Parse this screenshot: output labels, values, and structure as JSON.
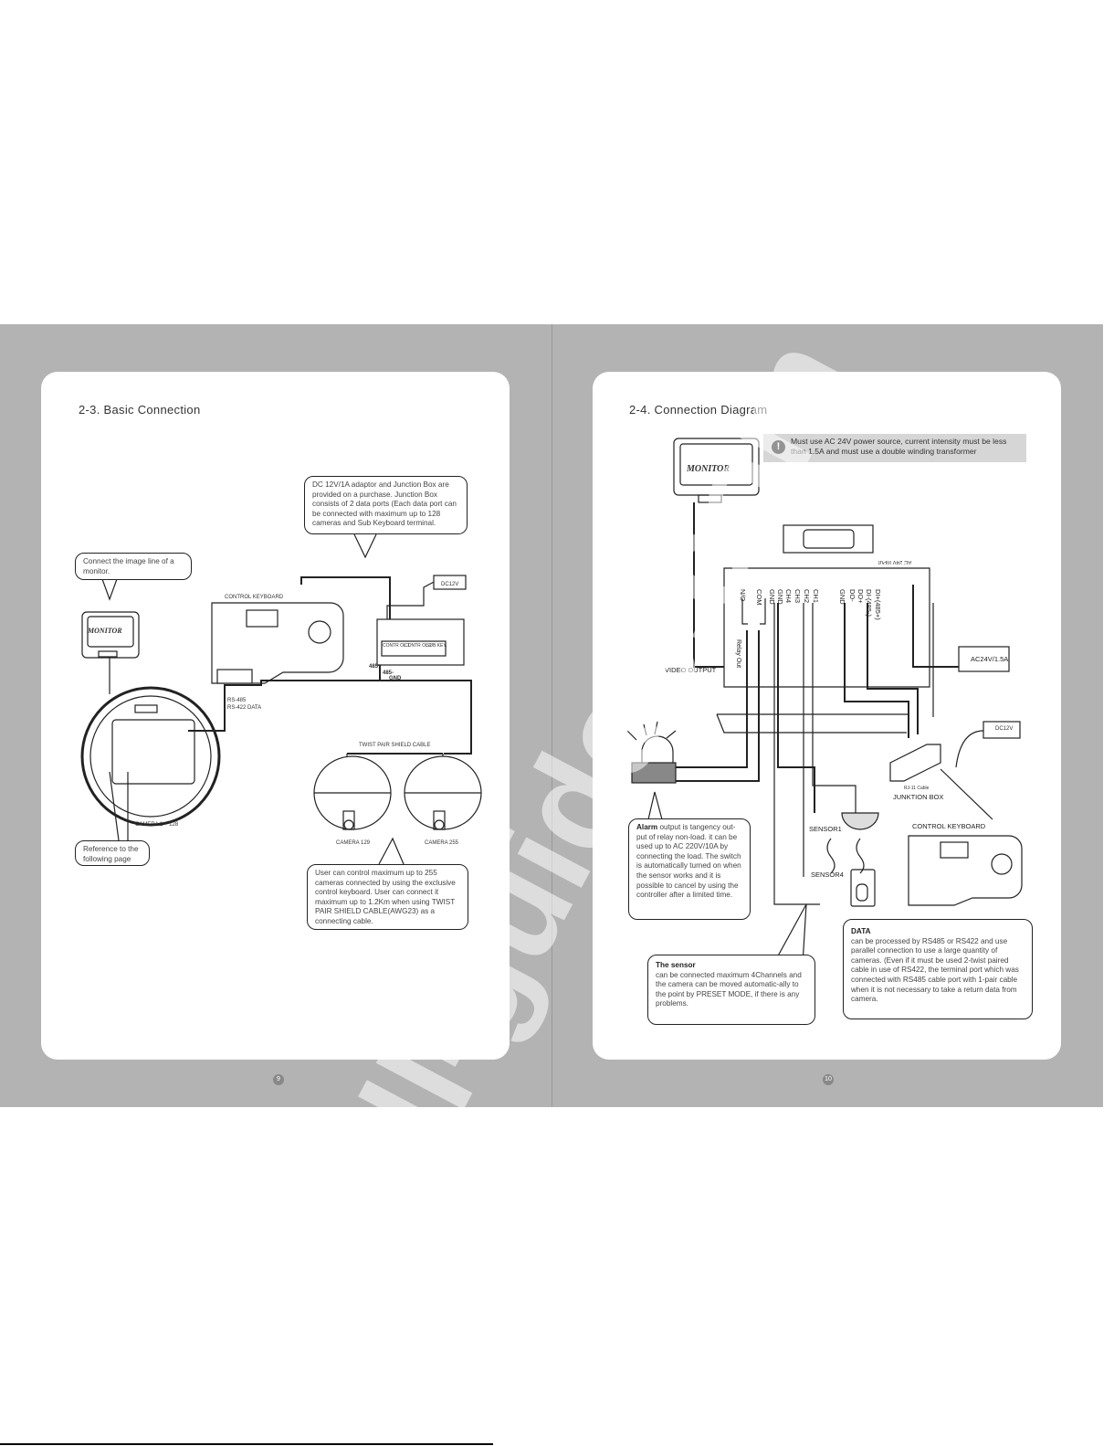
{
  "left_page": {
    "title": "2-3. Basic Connection",
    "bubble_junction": "DC 12V/1A adaptor and Junction Box are provided on a purchase. Junction Box consists of 2 data ports (Each data port can be connected with maximum up to 128 cameras and Sub Keyboard terminal.",
    "bubble_monitor": "Connect the image line of a monitor.",
    "bubble_reference": "Reference to the following page",
    "bubble_cameras": "User can control maximum up to 255 cameras connected by  using the exclusive control keyboard. User can connect it maximum up to 1.2Km when using TWIST PAIR SHIELD CABLE(AWG23) as a connecting cable.",
    "labels": {
      "control_keyboard": "CONTROL  KEYBOARD",
      "monitor": "MONITOR",
      "dc12v": "DC12V",
      "rs": "RS-485",
      "rs2": "RS-422 DATA",
      "twist": "TWIST PAIR SHIELD CABLE",
      "camera_range": "CAMERA 1 ~ 128",
      "camera129": "CAMERA  129",
      "camera255": "CAMERA  255",
      "p485plus": "485+",
      "p485minus": "485-",
      "gnd": "GND",
      "contr1": "CONTR OL 1",
      "contr2": "CONTR OL 2",
      "subkey": "SUB KEY."
    },
    "page_number": "9"
  },
  "right_page": {
    "title": "2-4. Connection Diagram",
    "warning": "Must use AC 24V power source, current intensity must be less than 1.5A and must use a double winding transformer",
    "labels": {
      "monitor": "MONITOR",
      "video_output": "VIDEO OUTPUT",
      "relay_out": "Relay Out",
      "ac24v_input": "AC 24V InPut",
      "adaptor": "AC24V/1.5A",
      "dc12v": "DC12V",
      "rj11": "RJ-11 Cable",
      "junction": "JUNKTION BOX",
      "control_keyboard": "CONTROL KEYBOARD",
      "sensor1": "SENSOR1",
      "sensor4": "SENSOR4"
    },
    "terminals": [
      "N/O",
      "COM",
      "GND",
      "GND",
      "CH4",
      "CH3",
      "CH2",
      "CH1",
      "GND",
      "DO-",
      "DO+",
      "DI-(485-)",
      "DI+(485+)"
    ],
    "alarm_title": "Alarm",
    "alarm_text": " output is tangency out-put of relay non-load. it can be used up to AC 220V/10A by connecting the load. The switch is automatically turned on when the sensor works and it is possible to cancel by using the controller after a limited time.",
    "sensor_title": "The sensor",
    "sensor_text": "can be connected maximum 4Channels and the camera can be moved automatic-ally to the point by PRESET MODE, if there is any problems.",
    "data_title": "DATA",
    "data_text": "can be processed by RS485 or RS422 and use parallel connection to use a large quantity of cameras. (Even if it must be used 2-twist paired cable in use of RS422, the terminal port which was connected with RS485 cable port with 1-pair cable when it is not necessary to take a return data from camera.",
    "page_number": "10"
  },
  "watermark": "all-guides.com"
}
